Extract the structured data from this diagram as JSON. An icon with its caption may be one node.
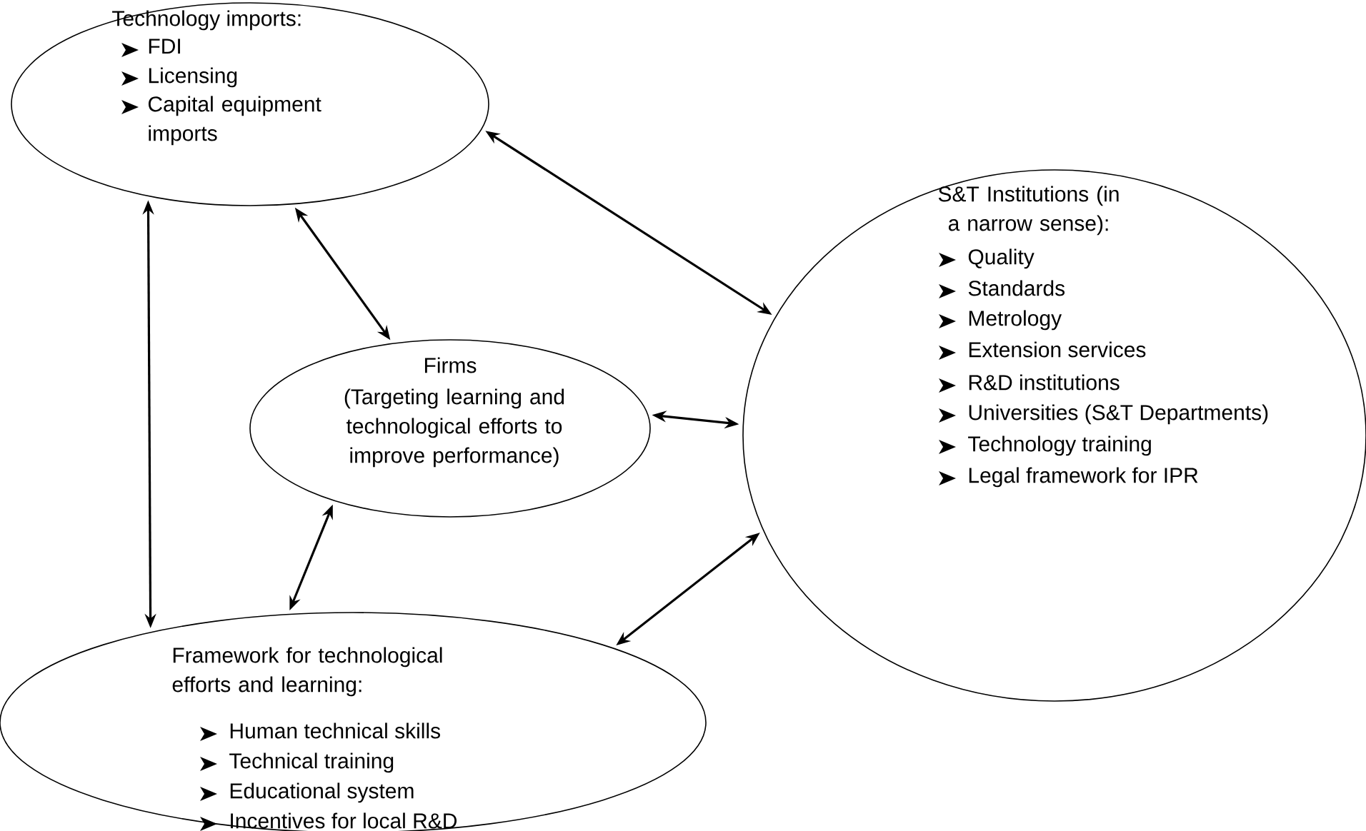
{
  "diagram": {
    "nodes": [
      {
        "text": [
          "Technology imports:",
          "FDI",
          "Licensing",
          "Capital equipment imports"
        ]
      },
      {
        "text": [
          "S&T Institutions (in a narrow sense):",
          "Quality",
          "Standards",
          "Metrology",
          "Extension services",
          "R&D institutions",
          "Universities (S&T Departments)",
          "Technology training",
          "Legal framework for IPR"
        ]
      },
      {
        "text": [
          "Firms",
          "(Targeting learning and technological efforts to improve performance)"
        ]
      },
      {
        "text": [
          "Framework for technological efforts and learning:",
          "Human technical skills",
          "Technical training",
          "Educational system",
          "Incentives for local R&D"
        ]
      }
    ],
    "edges": [
      {
        "from": 0,
        "to": 1,
        "arrow": "both"
      },
      {
        "from": 0,
        "to": 2,
        "arrow": "both"
      },
      {
        "from": 0,
        "to": 3,
        "arrow": "both"
      },
      {
        "from": 2,
        "to": 1,
        "arrow": "both"
      },
      {
        "from": 2,
        "to": 3,
        "arrow": "both"
      },
      {
        "from": 3,
        "to": 1,
        "arrow": "both"
      }
    ]
  }
}
